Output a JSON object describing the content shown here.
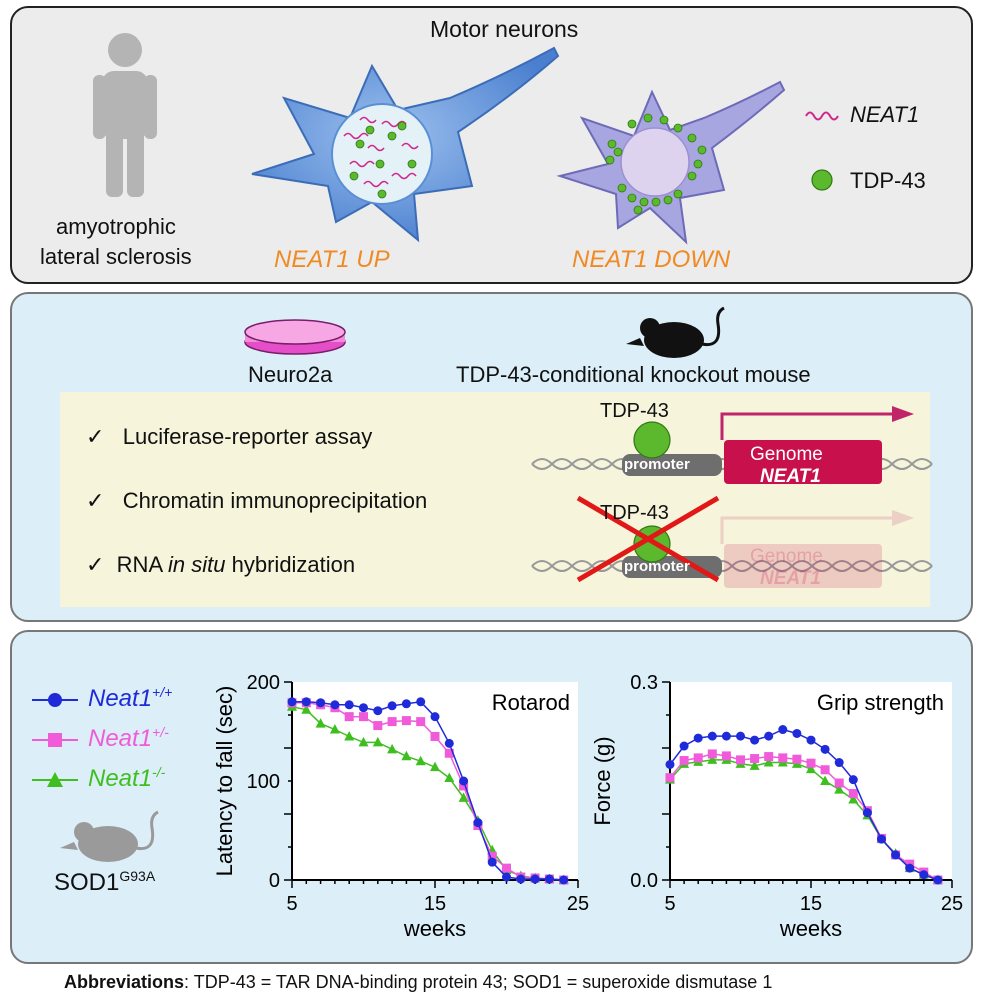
{
  "panel1": {
    "title": "Motor neurons",
    "disease_line1": "amyotrophic",
    "disease_line2": "lateral sclerosis",
    "state_up": "NEAT1 UP",
    "state_down": "NEAT1 DOWN",
    "legend_neat1": "NEAT1",
    "legend_tdp43": "TDP-43",
    "colors": {
      "orange": "#f08a24",
      "neuron_blue": "#5a8fd6",
      "neuron_purple": "#a8a6e0",
      "rna": "#d0288a",
      "tdp43_green": "#5cb82c"
    }
  },
  "panel2": {
    "cell_line": "Neuro2a",
    "mouse_model": "TDP-43-conditional knockout mouse",
    "checks": [
      {
        "mark": "✓",
        "pre": "Luciferase-reporter assay",
        "italic": "",
        "post": ""
      },
      {
        "mark": "✓",
        "pre": "Chromatin immunoprecipitation",
        "italic": "",
        "post": ""
      },
      {
        "mark": "✓",
        "pre": "RNA ",
        "italic": "in situ",
        "post": " hybridization"
      }
    ],
    "tdp43_label": "TDP-43",
    "promoter_label": "promoter",
    "genome_label": "Genome",
    "neat1_label": "NEAT1",
    "colors": {
      "box": "#f6f4da",
      "genome": "#c8104c",
      "arrow": "#c0256a"
    }
  },
  "panel3": {
    "legend": [
      {
        "name": "Neat1",
        "sup": "+/+",
        "color": "#1f2ad8",
        "marker": "circle"
      },
      {
        "name": "Neat1",
        "sup": "+/-",
        "color": "#f05bd9",
        "marker": "square"
      },
      {
        "name": "Neat1",
        "sup": "-/-",
        "color": "#3fbf1f",
        "marker": "triangle"
      }
    ],
    "mouse_label": "SOD1",
    "mouse_sup": "G93A"
  },
  "chart_data": [
    {
      "type": "line",
      "title": "Rotarod",
      "xlabel": "weeks",
      "ylabel": "Latency to fall (sec)",
      "xlim": [
        5,
        25
      ],
      "ylim": [
        0,
        200
      ],
      "xticks": [
        "5",
        "15",
        "25"
      ],
      "yticks": [
        "0",
        "100",
        "200"
      ],
      "x": [
        5,
        6,
        7,
        8,
        9,
        10,
        11,
        12,
        13,
        14,
        15,
        16,
        17,
        18,
        19,
        20,
        21,
        22,
        23,
        24
      ],
      "series": [
        {
          "name": "Neat1+/+",
          "values": [
            180,
            180,
            179,
            177,
            177,
            174,
            171,
            176,
            178,
            180,
            165,
            138,
            100,
            58,
            18,
            3,
            1,
            1,
            1,
            0
          ]
        },
        {
          "name": "Neat1+/-",
          "values": [
            179,
            179,
            177,
            174,
            165,
            165,
            156,
            160,
            161,
            160,
            145,
            128,
            95,
            55,
            24,
            12,
            3,
            2,
            1,
            0
          ]
        },
        {
          "name": "Neat1-/-",
          "values": [
            175,
            172,
            158,
            152,
            145,
            139,
            139,
            132,
            125,
            120,
            114,
            103,
            83,
            60,
            30,
            10,
            4,
            2,
            1,
            0
          ]
        }
      ]
    },
    {
      "type": "line",
      "title": "Grip strength",
      "xlabel": "weeks",
      "ylabel": "Force (g)",
      "xlim": [
        5,
        25
      ],
      "ylim": [
        0,
        0.3
      ],
      "xticks": [
        "5",
        "15",
        "25"
      ],
      "yticks": [
        "0.0",
        "0.3"
      ],
      "x": [
        5,
        6,
        7,
        8,
        9,
        10,
        11,
        12,
        13,
        14,
        15,
        16,
        17,
        18,
        19,
        20,
        21,
        22,
        23,
        24
      ],
      "series": [
        {
          "name": "Neat1+/+",
          "values": [
            0.175,
            0.203,
            0.215,
            0.218,
            0.218,
            0.218,
            0.212,
            0.218,
            0.228,
            0.222,
            0.212,
            0.198,
            0.178,
            0.152,
            0.102,
            0.062,
            0.038,
            0.018,
            0.008,
            0.0
          ]
        },
        {
          "name": "Neat1+/-",
          "values": [
            0.155,
            0.181,
            0.185,
            0.191,
            0.188,
            0.182,
            0.184,
            0.187,
            0.185,
            0.183,
            0.177,
            0.167,
            0.147,
            0.131,
            0.105,
            0.063,
            0.038,
            0.024,
            0.012,
            0.0
          ]
        },
        {
          "name": "Neat1-/-",
          "values": [
            0.152,
            0.176,
            0.179,
            0.182,
            0.182,
            0.176,
            0.173,
            0.178,
            0.178,
            0.176,
            0.168,
            0.15,
            0.137,
            0.122,
            0.098,
            0.062,
            0.04,
            0.018,
            0.008,
            0.0
          ]
        }
      ]
    }
  ],
  "footer": {
    "bold": "Abbreviations",
    "text": ": TDP-43 = TAR DNA-binding protein 43; SOD1 = superoxide dismutase 1"
  }
}
